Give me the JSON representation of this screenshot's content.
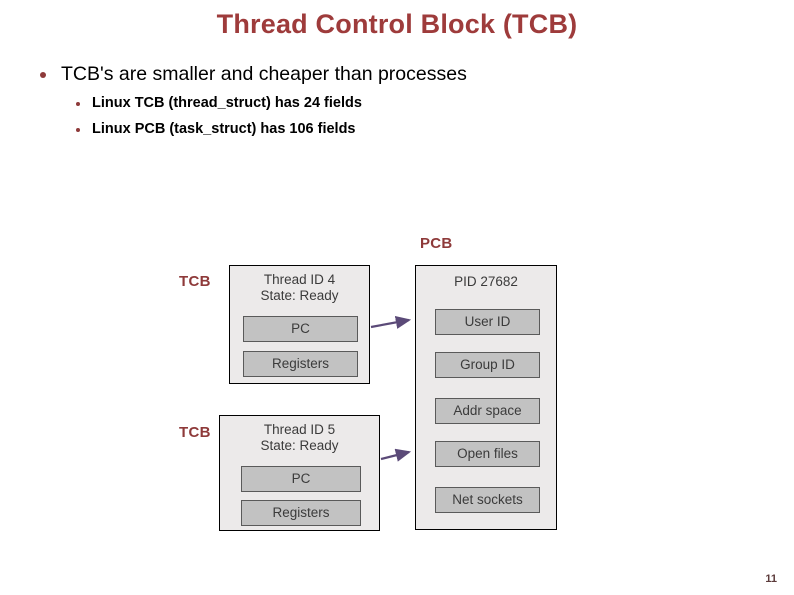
{
  "slide": {
    "title": "Thread Control Block (TCB)",
    "page_number": "11",
    "title_color": "#9e3b3b",
    "accent_color": "#8e3a3a",
    "arrow_color": "#5b4a78",
    "block_fill": "#eceaea",
    "field_fill": "#c2c2c2"
  },
  "bullets": {
    "level1": "TCB's are smaller and cheaper than processes",
    "level2": [
      "Linux TCB (thread_struct) has 24 fields",
      "Linux PCB (task_struct) has 106 fields"
    ]
  },
  "diagram": {
    "labels": {
      "tcb_1": "TCB",
      "tcb_2": "TCB",
      "pcb": "PCB"
    },
    "tcb_blocks": [
      {
        "head_line1": "Thread ID 4",
        "head_line2": "State: Ready",
        "fields": [
          "PC",
          "Registers"
        ]
      },
      {
        "head_line1": "Thread ID 5",
        "head_line2": "State: Ready",
        "fields": [
          "PC",
          "Registers"
        ]
      }
    ],
    "pcb_block": {
      "head": "PID 27682",
      "fields": [
        "User ID",
        "Group ID",
        "Addr space",
        "Open files",
        "Net sockets"
      ]
    }
  }
}
